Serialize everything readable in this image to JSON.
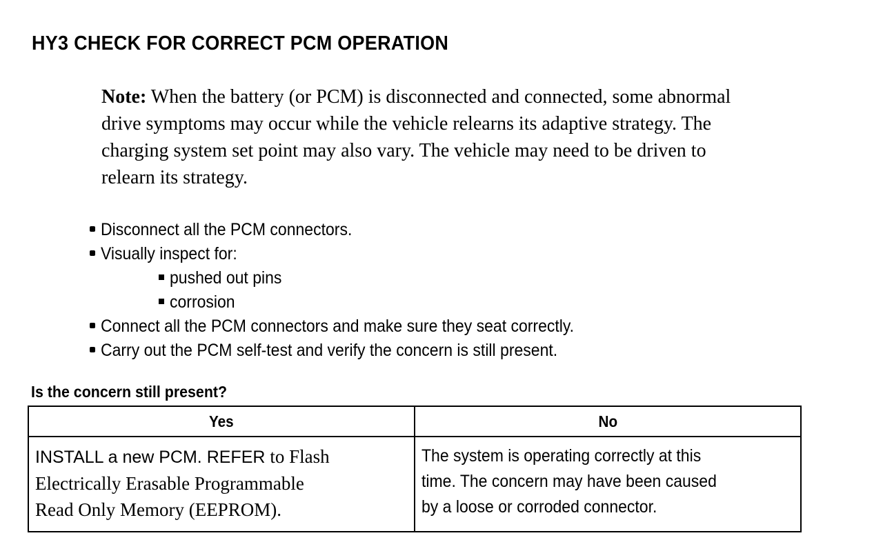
{
  "document": {
    "title": "HY3 CHECK FOR CORRECT PCM OPERATION"
  },
  "note": {
    "label": "Note:",
    "lines": [
      " When the battery (or PCM) is disconnected and connected, some abnormal",
      "drive symptoms may occur while the vehicle relearns its adaptive strategy. The",
      "charging system set point may also vary. The vehicle may need to be driven to",
      "relearn its strategy."
    ],
    "full_text": "Note: When the battery (or PCM) is disconnected and connected, some abnormal drive symptoms may occur while the vehicle relearns its adaptive strategy. The charging system set point may also vary. The vehicle may need to be driven to relearn its strategy."
  },
  "procedure": {
    "bullet_glyph": "round-bullet",
    "subbullet_glyph": "square-bullet",
    "items": [
      {
        "level": 1,
        "text": "Disconnect all the PCM connectors."
      },
      {
        "level": 1,
        "text": "Visually inspect for:"
      },
      {
        "level": 2,
        "text": "pushed out pins"
      },
      {
        "level": 2,
        "text": "corrosion"
      },
      {
        "level": 1,
        "text": "Connect all the PCM connectors and make sure they seat correctly."
      },
      {
        "level": 1,
        "text": "Carry out the PCM self-test and verify the concern is still present."
      }
    ]
  },
  "question": {
    "text": "Is the concern still present?"
  },
  "decision_table": {
    "headers": [
      "Yes",
      "No"
    ],
    "yes_cell": {
      "line1_sans": "INSTALL a new PCM. REFER ",
      "line1_serif": "to Flash",
      "line2_serif": "Electrically Erasable Programmable",
      "line3_serif": "Read Only Memory (EEPROM).",
      "full_text": "INSTALL a new PCM. REFER to Flash Electrically Erasable Programmable Read Only Memory (EEPROM)."
    },
    "no_cell": {
      "lines": [
        "The system is operating correctly at this",
        "time. The concern may have been caused",
        "by a loose or corroded connector."
      ],
      "full_text": "The system is operating correctly at this time. The concern may have been caused by a loose or corroded connector."
    }
  },
  "colors": {
    "text": "#000000",
    "background": "#ffffff",
    "border": "#000000"
  }
}
